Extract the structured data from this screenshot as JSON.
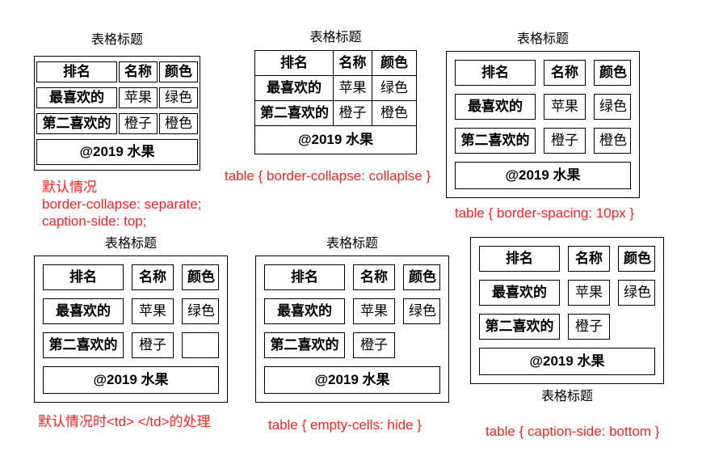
{
  "page": {
    "background": "#ffffff",
    "text_color": "#000000",
    "table_border_color": "#000000",
    "note_red": "#ff2121"
  },
  "table_content": {
    "caption": "表格标题",
    "headers": [
      "排名",
      "名称",
      "颜色"
    ],
    "rows": [
      {
        "label": "最喜欢的",
        "cells": [
          "苹果",
          "绿色"
        ]
      },
      {
        "label": "第二喜欢的",
        "cells": [
          "橙子",
          "橙色"
        ]
      }
    ],
    "footer": "@2019 水果"
  },
  "demos": [
    {
      "id": "default",
      "label_lines": [
        "默认情况",
        "border-collapse: separate;",
        "caption-side: top;"
      ]
    },
    {
      "id": "border-collapse",
      "label_lines": [
        "table { border-collapse: collaplse }"
      ]
    },
    {
      "id": "border-spacing",
      "label_lines": [
        "table { border-spacing: 10px }"
      ]
    },
    {
      "id": "empty-cells-default",
      "label_lines": [
        "默认情况时<td> </td>的处理"
      ]
    },
    {
      "id": "empty-cells-hide",
      "label_lines": [
        "table { empty-cells: hide }"
      ]
    },
    {
      "id": "caption-bottom",
      "label_lines": [
        "table { caption-side: bottom }"
      ]
    }
  ]
}
